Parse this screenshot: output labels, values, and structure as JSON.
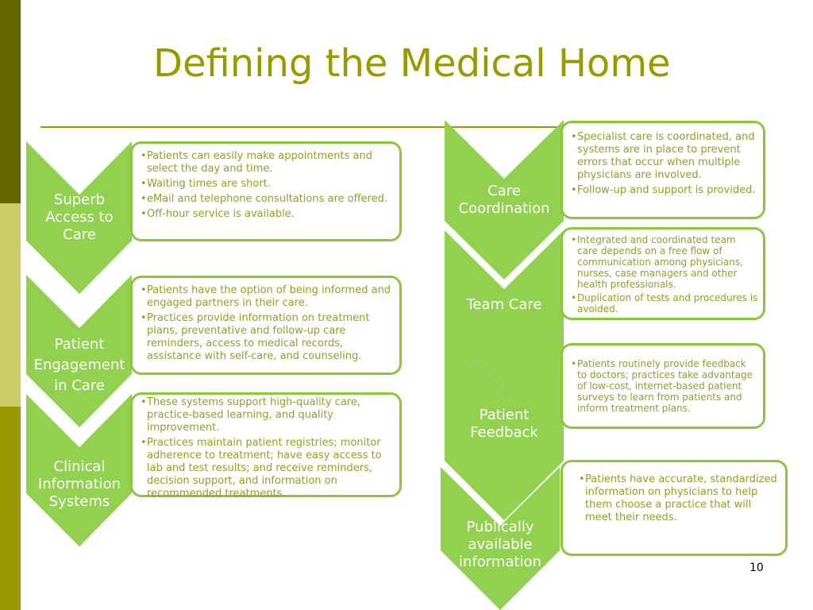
{
  "title": "Defining the Medical Home",
  "page_number": "10",
  "colors": {
    "chevron": "#92d050",
    "box_border": "#8cc63f",
    "bullet_text": "#92a022",
    "title": "#999900"
  },
  "left_column": [
    {
      "label_lines": [
        "Superb",
        "Access to",
        "Care"
      ],
      "bullets": [
        "Patients can easily make appointments and select the day and time.",
        "Waiting times are short.",
        "eMail and telephone consultations are offered.",
        "Off-hour service is available."
      ]
    },
    {
      "label_lines": [
        "Patient",
        "Engagement",
        "in Care"
      ],
      "bullets": [
        "Patients have the option of being informed and engaged partners in their care.",
        "Practices provide information on treatment plans, preventative and follow-up care reminders, access to medical records, assistance with self-care, and counseling."
      ]
    },
    {
      "label_lines": [
        "Clinical",
        "Information",
        "Systems"
      ],
      "bullets": [
        "These systems support high-quality care, practice-based learning, and quality improvement.",
        "Practices maintain patient registries; monitor adherence to treatment; have easy access to lab and test results; and receive reminders, decision support, and information on recommended treatments."
      ]
    }
  ],
  "right_column": [
    {
      "label_lines": [
        "Care",
        "Coordination"
      ],
      "bullets": [
        "Specialist care is coordinated, and systems are in place to prevent errors that occur when multiple physicians are involved.",
        "Follow-up and support is provided."
      ]
    },
    {
      "label_lines": [
        "Team Care"
      ],
      "bullets": [
        "Integrated and coordinated team care depends on a free flow of communication among physicians, nurses, case managers and other health professionals.",
        "Duplication of tests and procedures is avoided."
      ]
    },
    {
      "label_lines": [
        "Patient",
        "Feedback"
      ],
      "bullets": [
        "Patients routinely provide feedback to doctors; practices take advantage of low-cost, internet-based patient surveys to learn from patients and inform treatment plans."
      ]
    },
    {
      "label_lines": [
        "Publically",
        "available",
        "information"
      ],
      "bullets": [
        "Patients have accurate, standardized information on physicians to help them choose a practice that will meet their needs."
      ]
    }
  ]
}
